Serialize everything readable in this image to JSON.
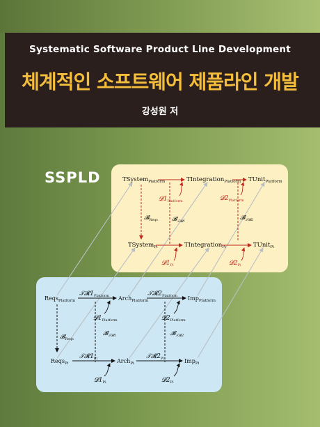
{
  "cover": {
    "title_en": "Systematic Software Product Line Development",
    "title_ko": "체계적인 소프트웨어 제품라인 개발",
    "author": "강성원 저",
    "series_label": "SSPLD"
  },
  "diagram": {
    "platform_row": {
      "system": "TSystem",
      "integration": "TIntegration",
      "unit": "TUnit",
      "sub": "Platform",
      "d1": "𝓓1",
      "d2": "𝓓2"
    },
    "pi_row": {
      "system": "TSystem",
      "integration": "TIntegration",
      "unit": "TUnit",
      "sub": "Pi",
      "d1": "𝓓1",
      "d2": "𝓓2"
    },
    "platform_verticals": {
      "b_reqs": "𝓑",
      "b_reqs_sub": "Reqs",
      "b_tr1": "𝓑",
      "b_tr1_sub": "𝒯𝓡1",
      "b_tr2": "𝓑",
      "b_tr2_sub": "𝒯𝓡2"
    },
    "dev_platform_row": {
      "reqs": "Reqs",
      "arch": "Arch",
      "imp": "Imp",
      "sub": "Platform",
      "tr1": "𝒯𝓡1",
      "tr2": "𝒯𝓡2",
      "d1": "𝓓1",
      "d2": "𝓓2"
    },
    "dev_pi_row": {
      "reqs": "Reqs",
      "arch": "Arch",
      "imp": "Imp",
      "sub": "Pi",
      "tr1": "𝒯𝓡1",
      "tr2": "𝒯𝓡2",
      "d1": "𝓓1",
      "d2": "𝓓2"
    },
    "dev_verticals": {
      "b_reqs": "𝓑",
      "b_reqs_sub": "Reqs",
      "b_tr1": "𝓑",
      "b_tr1_sub": "𝒯𝓡1",
      "b_tr2": "𝓑",
      "b_tr2_sub": "𝒯𝓡2"
    },
    "colors": {
      "red": "#c0281d",
      "gray_link": "#b9bec4",
      "ink": "#111111"
    }
  }
}
